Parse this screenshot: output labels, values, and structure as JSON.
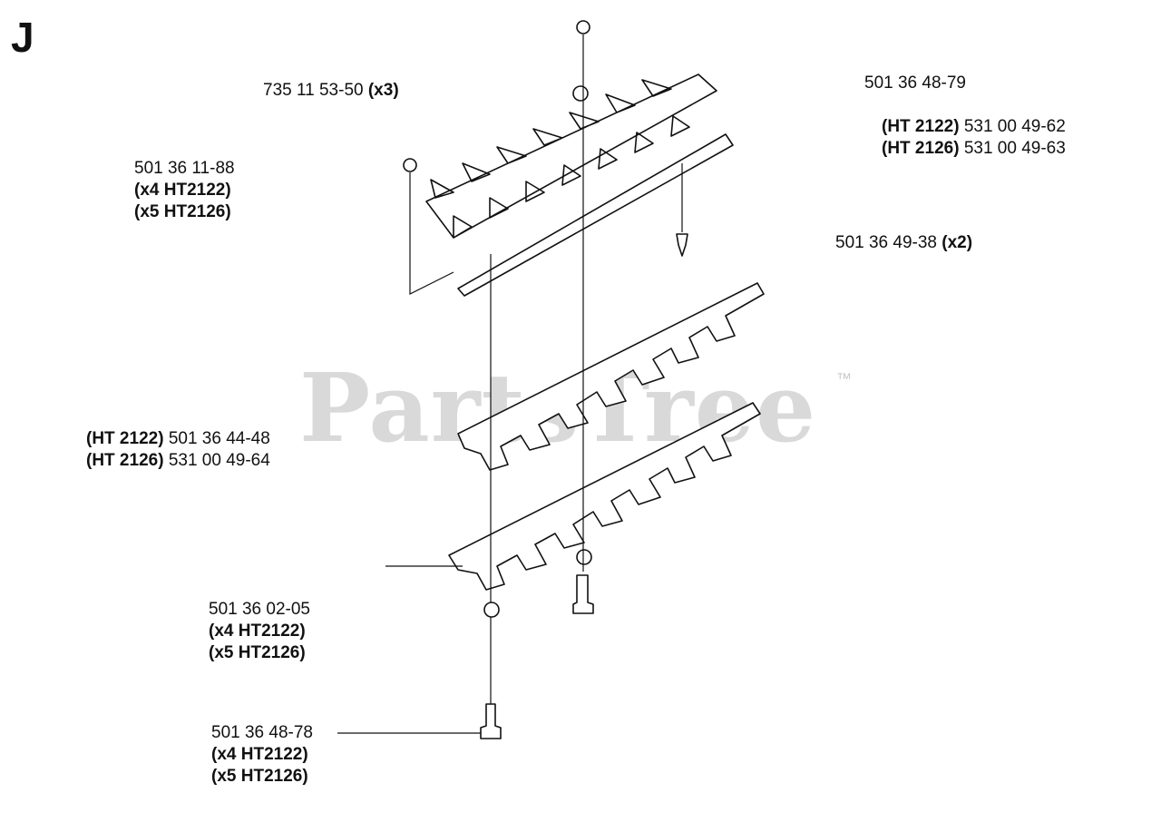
{
  "section": {
    "letter": "J"
  },
  "watermark": {
    "text": "PartsTree",
    "tm": "™",
    "color": "#d9d9d9"
  },
  "labels": {
    "p1": {
      "num": "735 11 53-50",
      "qty": "(x3)"
    },
    "p2": {
      "num": "501 36 48-79"
    },
    "p3": {
      "l1_tag": "(HT 2122)",
      "l1_num": "531 00 49-62",
      "l2_tag": "(HT 2126)",
      "l2_num": "531 00 49-63"
    },
    "p4": {
      "num": "501 36 11-88",
      "q1": "(x4 HT2122)",
      "q2": "(x5 HT2126)"
    },
    "p5": {
      "num": "501 36 49-38",
      "qty": "(x2)"
    },
    "p6": {
      "l1_tag": "(HT 2122)",
      "l1_num": "501 36 44-48",
      "l2_tag": "(HT 2126)",
      "l2_num": "531 00 49-64"
    },
    "p7": {
      "num": "501 36 02-05",
      "q1": "(x4 HT2122)",
      "q2": "(x5 HT2126)"
    },
    "p8": {
      "num": "501 36 48-78",
      "q1": "(x4 HT2122)",
      "q2": "(x5 HT2126)"
    }
  }
}
